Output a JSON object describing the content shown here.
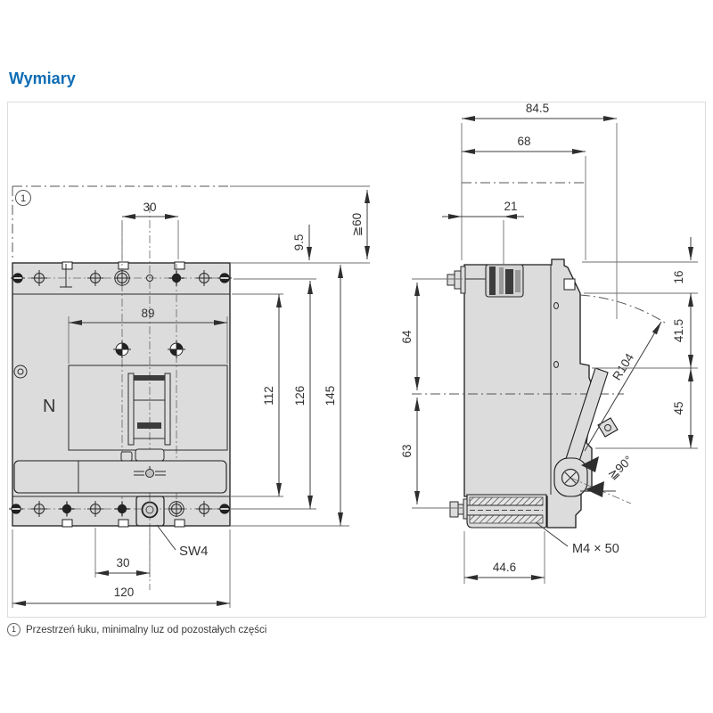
{
  "title": "Wymiary",
  "accent_color": "#0d6cb5",
  "footnote": {
    "marker": "1",
    "text": "Przestrzeń łuku, minimalny luz od pozostałych części"
  },
  "front_view": {
    "callout_marker": "1",
    "pole_label": "N",
    "wrench_label": "SW4",
    "dims": {
      "pole_pitch_top": "30",
      "hole_offset": "9.5",
      "arc_space": "≧60",
      "panel_width": "89",
      "body_height": "112",
      "mounting_height": "126",
      "total_height": "145",
      "pole_pitch_bottom": "30",
      "total_width": "120"
    }
  },
  "side_view": {
    "dims": {
      "total_depth": "84.5",
      "case_depth": "68",
      "terminal_offset": "21",
      "top_step": "16",
      "handle_zone": "41.5",
      "handle_swing": "45",
      "handle_radius": "R104",
      "upper_half": "64",
      "lower_half": "63",
      "handle_angle": "≧90°",
      "screw_label": "M4 × 50",
      "base_depth": "44.6"
    }
  }
}
